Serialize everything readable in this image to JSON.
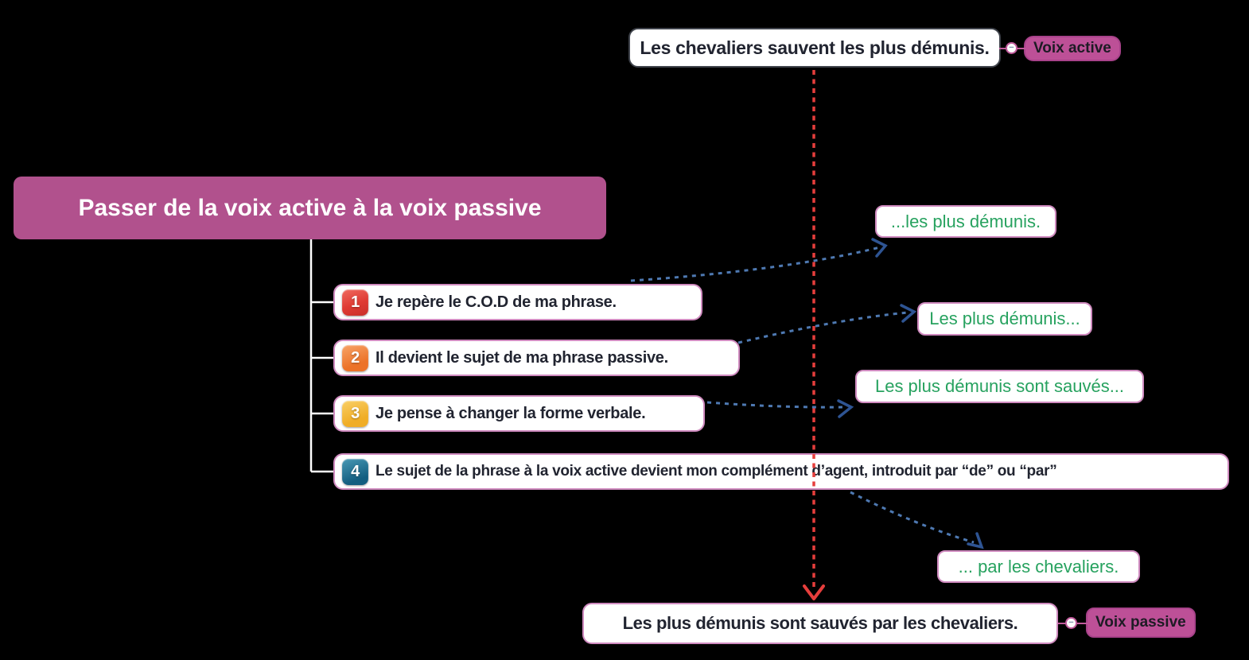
{
  "title": "Passer de la voix active à la voix passive",
  "active_example": {
    "sentence": "Les chevaliers sauvent les plus démunis.",
    "badge": "Voix active"
  },
  "passive_example": {
    "sentence": "Les plus démunis sont sauvés par les chevaliers.",
    "badge": "Voix passive"
  },
  "steps": [
    {
      "number": "1",
      "text": "Je repère le C.O.D de ma phrase."
    },
    {
      "number": "2",
      "text": "Il devient le sujet de ma phrase passive."
    },
    {
      "number": "3",
      "text": "Je pense à changer la forme verbale."
    },
    {
      "number": "4",
      "text": "Le sujet de la phrase à la voix active devient mon complément d’agent, introduit par “de” ou “par”"
    }
  ],
  "transformations": [
    {
      "text": "...les plus démunis."
    },
    {
      "text": "Les plus démunis..."
    },
    {
      "text": "Les plus démunis sont sauvés..."
    },
    {
      "text": "... par les chevaliers."
    }
  ],
  "icons": {
    "collapse": "−"
  },
  "colors": {
    "background": "#000000",
    "title_background": "#b1518d",
    "badge_background": "#bd5097",
    "node_border_pink": "#cf8abf",
    "dark_text": "#212430",
    "green_text": "#27a25f",
    "tree_line": "#ffffff",
    "arrow_red": "#e63e3c",
    "arrow_blue": "#4e79b2",
    "arrow_blue_head": "#2e5493",
    "connector_magenta": "#c05a9b",
    "step_badge_red": "#df3a33",
    "step_badge_orange": "#ec7228",
    "step_badge_yellow": "#f0ad26",
    "step_badge_teal": "#1c6e8e"
  }
}
